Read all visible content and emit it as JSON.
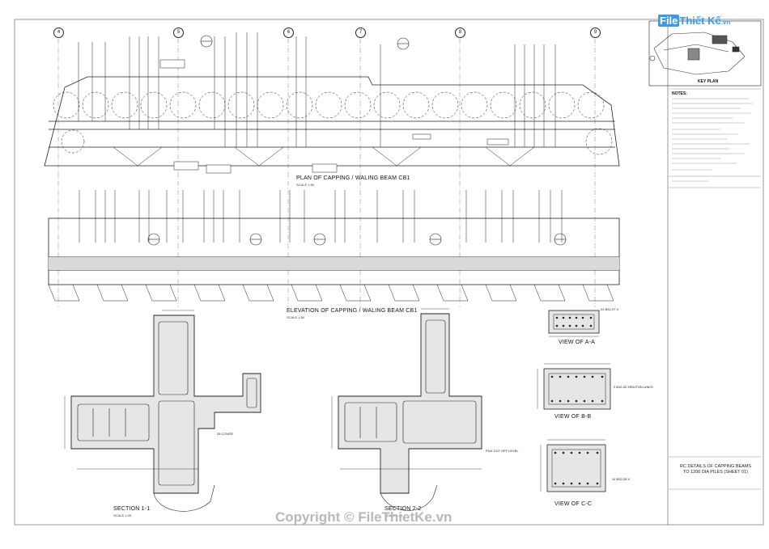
{
  "watermark": {
    "logo_prefix": "File",
    "logo_text": "Thiết Kế",
    "logo_suffix": ".vn",
    "copyright": "Copyright © FileThietKe.vn"
  },
  "grid_labels": [
    "4",
    "5",
    "6",
    "7",
    "8",
    "9"
  ],
  "views": {
    "plan_title": "PLAN OF CAPPING / WALING BEAM CB1",
    "plan_scale": "SCALE 1:50",
    "elevation_title": "ELEVATION OF CAPPING / WALING BEAM CB1",
    "elevation_scale": "SCALE 1:50",
    "section_1_title": "SECTION 1-1",
    "section_1_scale": "SCALE 1:25",
    "section_2_title": "SECTION 2-2",
    "section_2_scale": "SCALE 1:25",
    "view_aa_title": "VIEW OF A-A",
    "view_bb_title": "VIEW OF B-B",
    "view_cc_title": "VIEW OF C-C"
  },
  "title_block": {
    "key_plan": "KEY PLAN",
    "notes": "NOTES:",
    "sheet_title_line1": "RC DETAILS OF CAPPING BEAMS",
    "sheet_title_line2": "TO 1200 DIA PILES (SHEET 01)"
  },
  "annotations": {
    "cover": "25 COVER",
    "cutoff_level": "PILE CUT OFF LEVEL",
    "rebar_b": "22 B32-27 V",
    "rebar_links": "2 B10-32 2RD2TON LINKS",
    "rebar_c": "12 B32-28 V"
  }
}
